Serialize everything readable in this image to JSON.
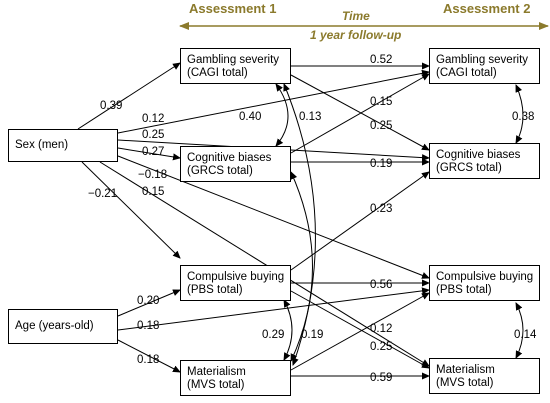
{
  "header": {
    "assessment1": "Assessment 1",
    "assessment2": "Assessment 2",
    "time": "Time",
    "followup": "1 year follow-up",
    "header_color": "#8b7a2c"
  },
  "nodes": {
    "sex": "Sex (men)",
    "age": "Age (years-old)",
    "gs1": {
      "line1": "Gambling severity",
      "line2": "(CAGI total)"
    },
    "cb1": {
      "line1": "Cognitive biases",
      "line2": "(GRCS total)"
    },
    "cpb1": {
      "line1": "Compulsive buying",
      "line2": "(PBS total)"
    },
    "mat1": {
      "line1": "Materialism",
      "line2": "(MVS total)"
    },
    "gs2": {
      "line1": "Gambling severity",
      "line2": "(CAGI total)"
    },
    "cb2": {
      "line1": "Cognitive biases",
      "line2": "(GRCS total)"
    },
    "cpb2": {
      "line1": "Compulsive buying",
      "line2": "(PBS total)"
    },
    "mat2": {
      "line1": "Materialism",
      "line2": "(MVS total)"
    }
  },
  "coefficients": {
    "sex_gs1": "0.39",
    "sex_gs2": "0.12",
    "sex_cb2": "0.25",
    "sex_cb1": "0.27",
    "sex_cpb2": "−0.18",
    "sex_cpb1": "−0.21",
    "sex_mat2": "0.15",
    "gs1_gs2": "0.52",
    "cb1_gs2": "0.15",
    "gs1_cb2": "0.25",
    "cb1_cb2": "0.19",
    "cpb1_cb2": "0.23",
    "gs1_cb1_cov": "0.40",
    "gs1_mat1_cov": "0.13",
    "gs2_cb2_cov": "0.38",
    "age_cpb1": "0.20",
    "age_cpb2": "0.18",
    "age_mat1": "0.18",
    "cpb1_cpb2": "0.56",
    "cpb1_mat1_cov": "0.29",
    "cb1_mat1_cov": "0.19",
    "mat1_cpb2": "0.12",
    "cpb1_mat2": "0.25",
    "cpb2_mat2_cov": "0.14",
    "mat1_mat2": "0.59"
  }
}
